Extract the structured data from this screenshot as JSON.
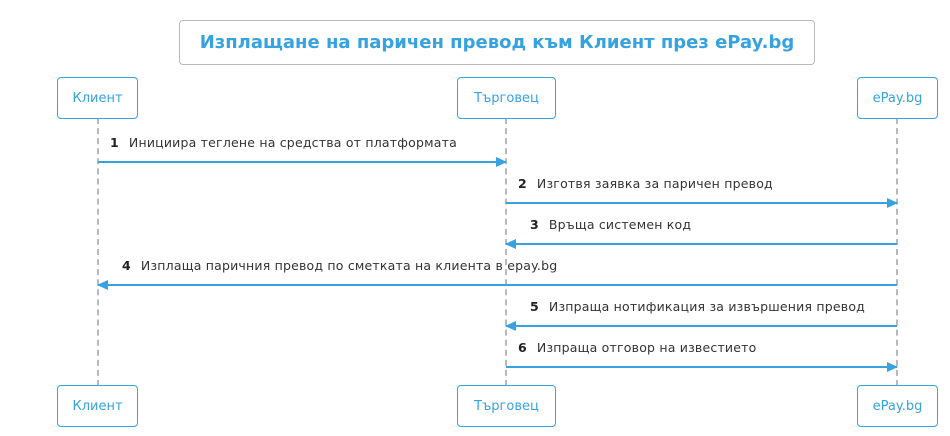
{
  "title": "Изплащане на паричен превод към Клиент през ePay.bg",
  "participants": {
    "client": "Клиент",
    "merchant": "Търговец",
    "epay": "ePay.bg"
  },
  "messages": [
    {
      "num": "1",
      "text": "Инициира теглене на средства от платформата",
      "direction": "right"
    },
    {
      "num": "2",
      "text": "Изготвя заявка за паричен превод",
      "direction": "right"
    },
    {
      "num": "3",
      "text": "Връща системен код",
      "direction": "left"
    },
    {
      "num": "4",
      "text": "Изплаща паричния превод по сметката на клиента в epay.bg",
      "direction": "left"
    },
    {
      "num": "5",
      "text": "Изпраща нотификация за извършения превод",
      "direction": "left"
    },
    {
      "num": "6",
      "text": "Изпраща отговор на известието",
      "direction": "right"
    }
  ],
  "colors": {
    "accent": "#36a3e0",
    "lifeline": "#b9b9b9",
    "text": "#333333"
  }
}
